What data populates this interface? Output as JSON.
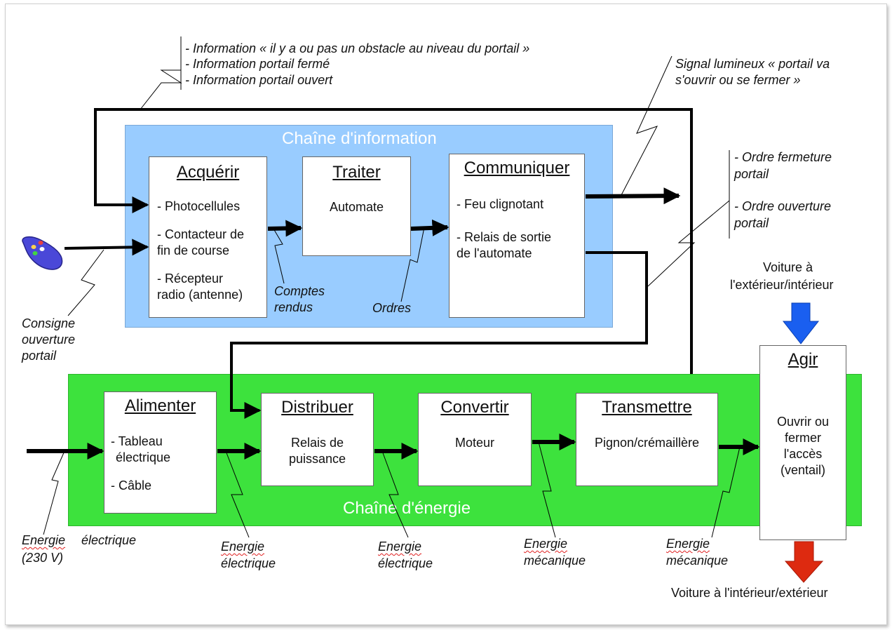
{
  "chains": {
    "information": "Chaîne d'information",
    "energy": "Chaîne d'énergie"
  },
  "boxes": {
    "acquerir": {
      "title": "Acquérir",
      "items": [
        "- Photocellules",
        "- Contacteur de",
        "fin de course",
        "- Récepteur",
        "radio (antenne)"
      ]
    },
    "traiter": {
      "title": "Traiter",
      "items": [
        "Automate"
      ]
    },
    "communiquer": {
      "title": "Communiquer",
      "items": [
        "- Feu clignotant",
        "- Relais de sortie",
        "de l'automate"
      ]
    },
    "alimenter": {
      "title": "Alimenter",
      "items": [
        "- Tableau",
        "électrique",
        "- Câble"
      ]
    },
    "distribuer": {
      "title": "Distribuer",
      "items": [
        "Relais de",
        "puissance"
      ]
    },
    "convertir": {
      "title": "Convertir",
      "items": [
        "Moteur"
      ]
    },
    "transmettre": {
      "title": "Transmettre",
      "items": [
        "Pignon/crémaillère"
      ]
    },
    "agir": {
      "title": "Agir",
      "items": [
        "Ouvrir ou",
        "fermer",
        "l'accès",
        "(ventail)"
      ]
    }
  },
  "labels": {
    "info_top": [
      "- Information « il y a ou pas un obstacle au niveau du portail »",
      "- Information portail fermé",
      "- Information portail ouvert"
    ],
    "signal": [
      "Signal lumineux « portail va",
      "s'ouvrir ou se fermer »"
    ],
    "ordres_portail": [
      "- Ordre fermeture",
      "portail",
      "- Ordre ouverture",
      "portail"
    ],
    "consigne": [
      "Consigne",
      "ouverture",
      "portail"
    ],
    "comptes_rendus": [
      "Comptes",
      "rendus"
    ],
    "ordres": "Ordres",
    "voiture_in": [
      "Voiture à",
      "l'extérieur/intérieur"
    ],
    "voiture_out": "Voiture à l'intérieur/extérieur",
    "energie_230": {
      "word1": "Energie",
      "word2": "électrique",
      "line2": "(230 V)"
    },
    "energies": [
      {
        "line1": "Energie",
        "line2": "électrique"
      },
      {
        "line1": "Energie",
        "line2": "électrique"
      },
      {
        "line1": "Energie",
        "line2": "mécanique"
      },
      {
        "line1": "Energie",
        "line2": "mécanique"
      }
    ]
  },
  "colors": {
    "info_chain": "#99ccff",
    "energy_chain": "#3de23d",
    "input_arrow": "#1a5ff0",
    "output_arrow": "#dd2a10",
    "remote": "#4a48d8"
  },
  "icons": [
    "remote-control-icon",
    "blue-down-arrow-icon",
    "red-down-arrow-icon"
  ]
}
